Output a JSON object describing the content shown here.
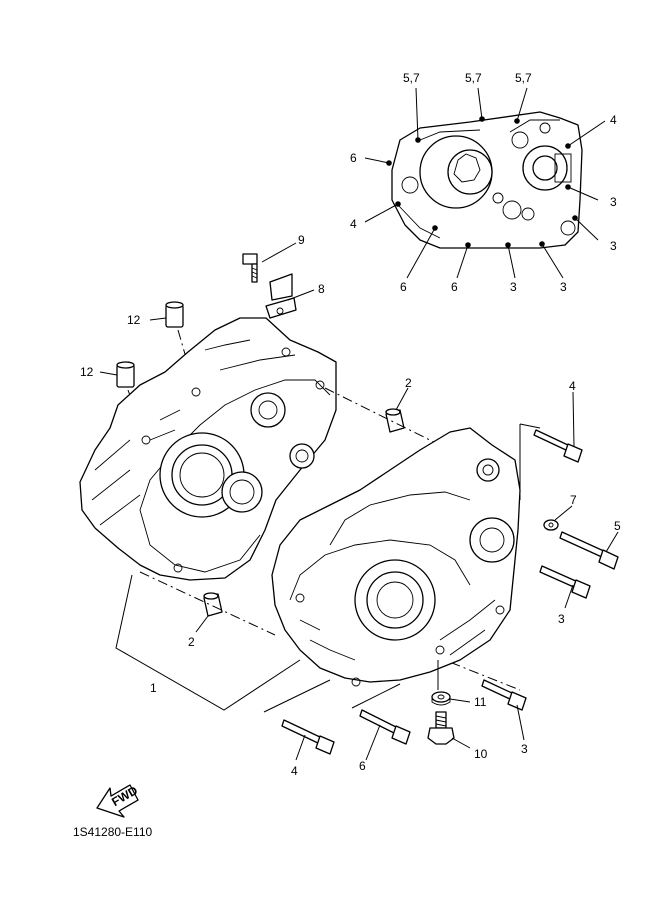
{
  "diagram_code": "1S41280-E110",
  "fwd_label": "FWD",
  "callouts": {
    "c1": "1",
    "c2_upper": "2",
    "c2_lower": "2",
    "c3_top_a": "3",
    "c3_top_b": "3",
    "c3_top_c": "3",
    "c3_top_d": "3",
    "c3_right_a": "3",
    "c3_right_b": "3",
    "c4_top_a": "4",
    "c4_top_b": "4",
    "c4_right": "4",
    "c4_bottom": "4",
    "c5": "5",
    "c57_a": "5,7",
    "c57_b": "5,7",
    "c57_c": "5,7",
    "c6_top_a": "6",
    "c6_top_b": "6",
    "c6_top_c": "6",
    "c6_bottom": "6",
    "c7": "7",
    "c8": "8",
    "c9": "9",
    "c10": "10",
    "c11": "11",
    "c12_a": "12",
    "c12_b": "12"
  }
}
